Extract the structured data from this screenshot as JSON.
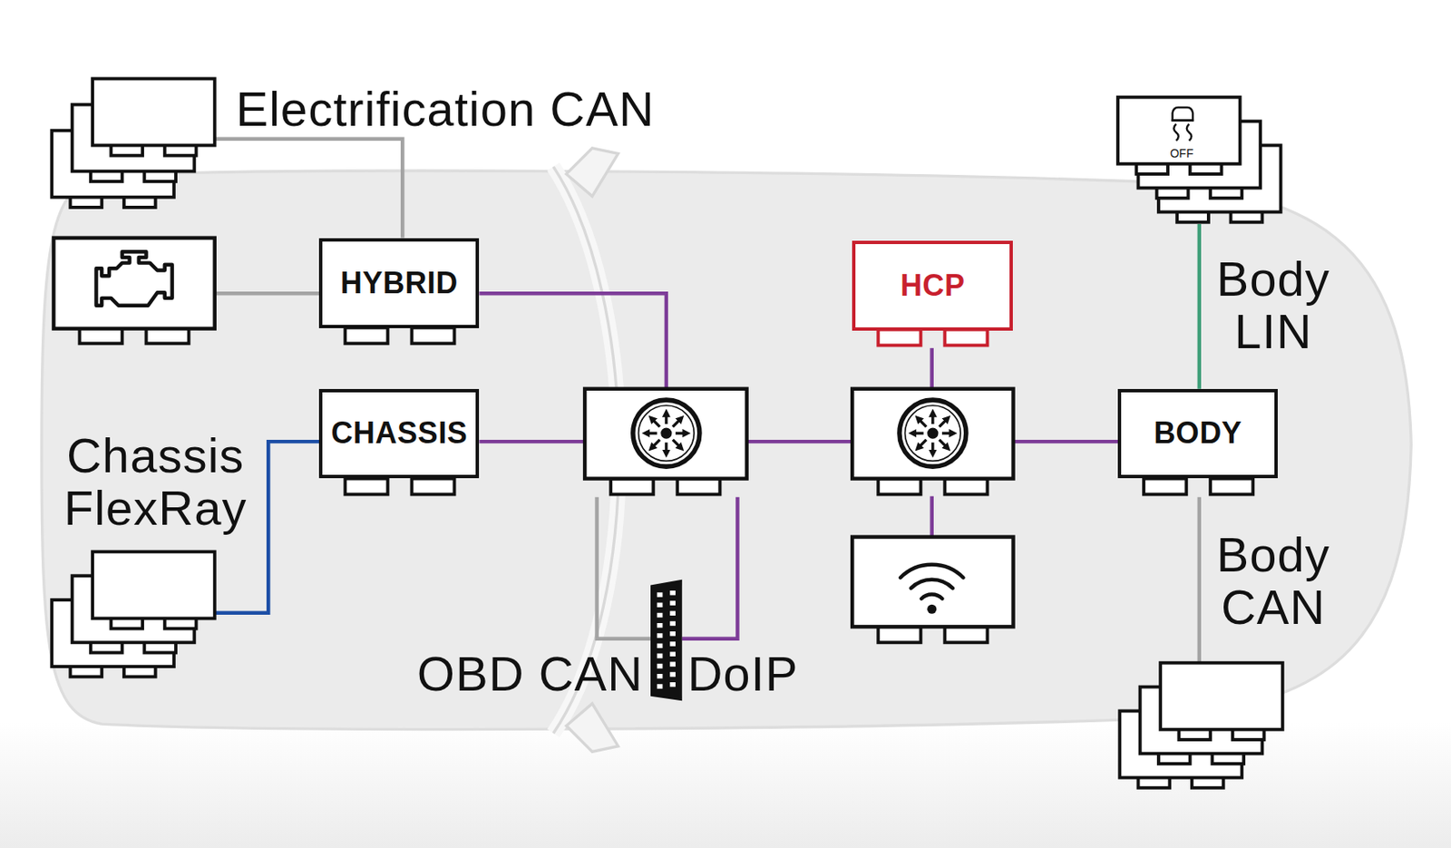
{
  "diagram": {
    "nodes": [
      {
        "text": [
          "HYBRID"
        ]
      },
      {
        "text": [
          "HCP"
        ]
      },
      {
        "text": [
          "CHASSIS"
        ]
      },
      {
        "text": [
          "BODY"
        ]
      }
    ],
    "labels": [
      "Electrification CAN",
      "OFF",
      "Body LIN",
      "Chassis FlexRay",
      "Body CAN",
      "OBD CAN",
      "DoIP"
    ]
  }
}
